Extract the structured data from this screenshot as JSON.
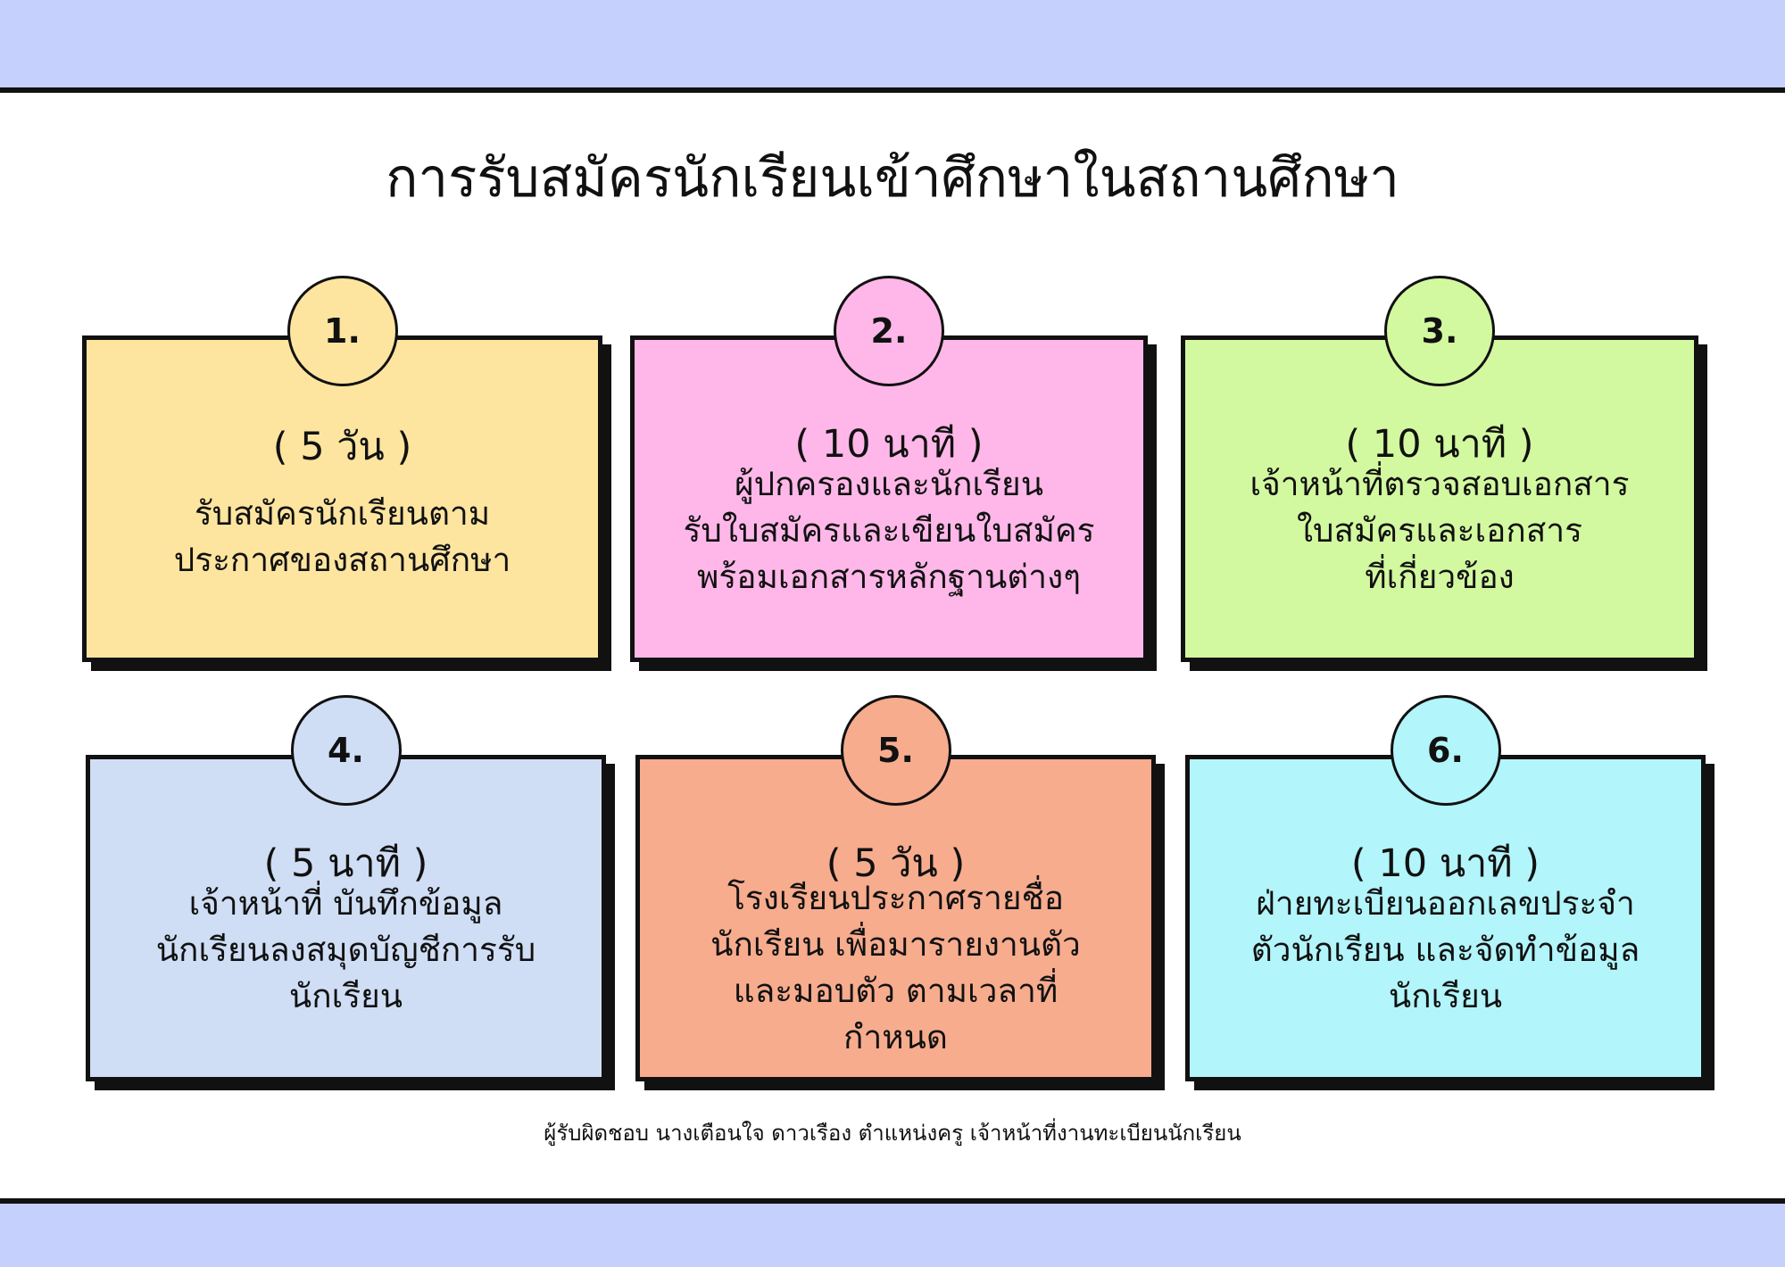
{
  "title": "การรับสมัครนักเรียนเข้าศึกษาในสถานศึกษา",
  "steps": [
    {
      "number": "1.",
      "duration": "( 5 วัน )",
      "description": "รับสมัครนักเรียนตาม\nประกาศของสถานศึกษา",
      "color": "#fde5a0"
    },
    {
      "number": "2.",
      "duration": "( 10 นาที )",
      "description": "ผู้ปกครองและนักเรียน\nรับใบสมัครและเขียนใบสมัคร\nพร้อมเอกสารหลักฐานต่างๆ",
      "color": "#ffb7e9"
    },
    {
      "number": "3.",
      "duration": "( 10 นาที )",
      "description": "เจ้าหน้าที่ตรวจสอบเอกสาร\nใบสมัครและเอกสาร\nที่เกี่ยวข้อง",
      "color": "#d3f9a0"
    },
    {
      "number": "4.",
      "duration": "( 5 นาที )",
      "description": "เจ้าหน้าที่ บันทึกข้อมูล\nนักเรียนลงสมุดบัญชีการรับ\nนักเรียน",
      "color": "#cfdef5"
    },
    {
      "number": "5.",
      "duration": "( 5 วัน )",
      "description": "โรงเรียนประกาศรายชื่อ\nนักเรียน เพื่อมารายงานตัว\nและมอบตัว ตามเวลาที่\nกำหนด",
      "color": "#f7ac8e"
    },
    {
      "number": "6.",
      "duration": "( 10 นาที )",
      "description": "ฝ่ายทะเบียนออกเลขประจำ\nตัวนักเรียน และจัดทำข้อมูล\nนักเรียน",
      "color": "#b2f5fa"
    }
  ],
  "footer": "ผู้รับผิดชอบ นางเตือนใจ  ดาวเรือง ตำแหน่งครู   เจ้าหน้าที่งานทะเบียนนักเรียน",
  "colors": {
    "band": "#c5d0fd",
    "ink": "#111111"
  }
}
